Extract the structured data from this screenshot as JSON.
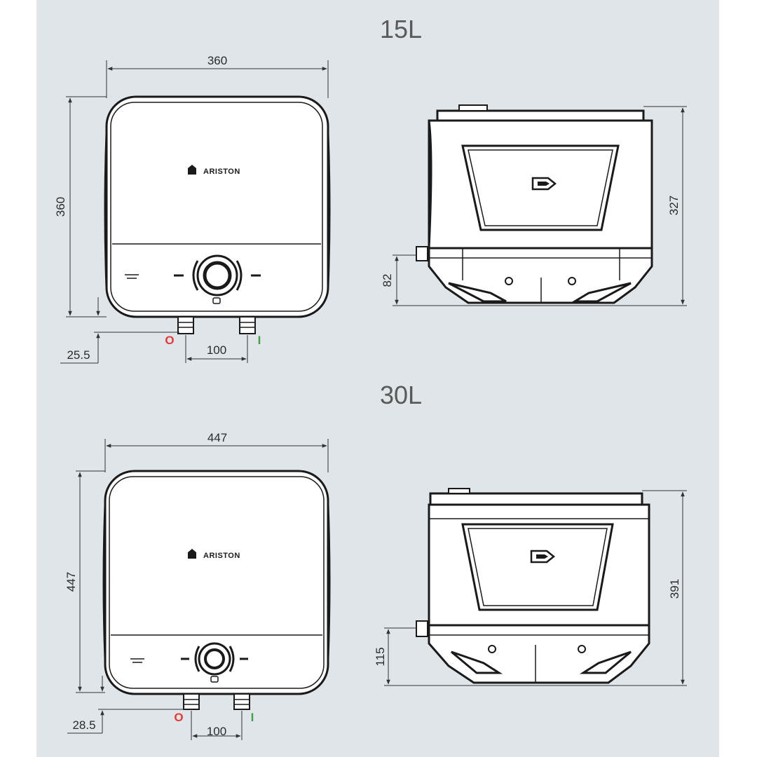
{
  "colors": {
    "background": "#dfe5e8",
    "outlet": "#e53935",
    "inlet": "#43a047",
    "line": "#1a1a1a"
  },
  "models": [
    {
      "title": "15L",
      "brand": "ARISTON",
      "front": {
        "width": "360",
        "height": "360",
        "bottom_offset": "25.5",
        "pipe_spacing": "100",
        "outlet_label": "O",
        "inlet_label": "I"
      },
      "side": {
        "height": "327",
        "pipe_height": "82"
      }
    },
    {
      "title": "30L",
      "brand": "ARISTON",
      "front": {
        "width": "447",
        "height": "447",
        "bottom_offset": "28.5",
        "pipe_spacing": "100",
        "outlet_label": "O",
        "inlet_label": "I"
      },
      "side": {
        "height": "391",
        "pipe_height": "115"
      }
    }
  ]
}
